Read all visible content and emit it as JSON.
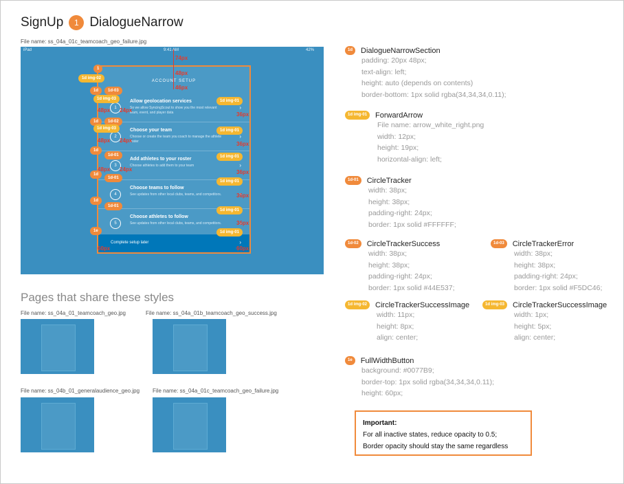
{
  "page": {
    "title_left": "SignUp",
    "title_badge": "1",
    "title_right": "DialogueNarrow",
    "file_name": "File name: ss_04a_01c_teamcoach_geo_failure.jpg"
  },
  "screenshot": {
    "status_left": "iPad",
    "status_time": "9:41 AM",
    "status_right": "42%",
    "header": "ACCOUNT SETUP",
    "rows": [
      {
        "num": "1",
        "title": "Allow geolocation services",
        "desc": "So we allow SyncingScout to show you the most relevant team, event, and player data"
      },
      {
        "num": "2",
        "title": "Choose your team",
        "desc": "Choose or create the team you coach to manage the athlete roster"
      },
      {
        "num": "3",
        "title": "Add athletes to your roster",
        "desc": "Choose athletes to add them to your team"
      },
      {
        "num": "4",
        "title": "Choose teams to follow",
        "desc": "See updates from other local clubs, teams, and competitors."
      },
      {
        "num": "5",
        "title": "Choose athletes to follow",
        "desc": "See updates from other local clubs, teams, and competitors."
      }
    ],
    "cta_label": "Complete setup later",
    "arrow_glyph": "›",
    "annotations": {
      "m74": "74px",
      "m48a": "48px",
      "m46": "46px",
      "m48": "48px",
      "m24": "24px",
      "m36": "36px",
      "m60": "60px"
    },
    "pills": {
      "one": "1",
      "img02": "1d img-02",
      "d": "1d",
      "d03": "1d-03",
      "img03": "1d img-03",
      "img01": "1d img-01",
      "d02": "1d-02",
      "d01": "1d-01",
      "e": "1e"
    }
  },
  "shared": {
    "heading": "Pages that share these styles",
    "thumbs": [
      {
        "file": "File name: ss_04a_01_teamcoach_geo.jpg"
      },
      {
        "file": "File name: ss_04a_01b_teamcoach_geo_success.jpg"
      },
      {
        "file": "File name: ss_04b_01_generalaudience_geo.jpg"
      },
      {
        "file": "File name: ss_04a_01c_teamcoach_geo_failure.jpg"
      }
    ]
  },
  "specs": {
    "section": {
      "tag": "1d",
      "name": "DialogueNarrowSection",
      "props": [
        "padding: 20px 48px;",
        "text-align: left;",
        "height: auto (depends on contents)",
        "border-bottom: 1px solid rgba(34,34,34,0.11);"
      ]
    },
    "forward": {
      "tag": "1d img-01",
      "name": "ForwardArrow",
      "props": [
        "File name: arrow_white_right.png",
        "width: 12px;",
        "height: 19px;",
        "horizontal-align: left;"
      ]
    },
    "tracker": {
      "tag": "1d-01",
      "name": "CircleTracker",
      "props": [
        "width: 38px;",
        "height: 38px;",
        "padding-right: 24px;",
        "border: 1px solid #FFFFFF;"
      ]
    },
    "success": {
      "tag": "1d-02",
      "name": "CircleTrackerSuccess",
      "props": [
        "width: 38px;",
        "height: 38px;",
        "padding-right: 24px;",
        "border: 1px solid #44E537;"
      ]
    },
    "error": {
      "tag": "1d-03",
      "name": "CircleTrackerError",
      "props": [
        "width: 38px;",
        "height: 38px;",
        "padding-right: 24px;",
        "border: 1px solid #F5DC46;"
      ]
    },
    "succ_img": {
      "tag": "1d img-02",
      "name": "CircleTrackerSuccessImage",
      "props": [
        "width: 11px;",
        "height: 8px;",
        "align: center;"
      ]
    },
    "succ_img2": {
      "tag": "1d img-03",
      "name": "CircleTrackerSuccessImage",
      "props": [
        "width: 1px;",
        "height: 5px;",
        "align: center;"
      ]
    },
    "button": {
      "tag": "1e",
      "name": "FullWidthButton",
      "props": [
        "background: #0077B9;",
        "border-top: 1px solid rgba(34,34,34,0.11);",
        "height: 60px;"
      ]
    }
  },
  "important": {
    "heading": "Important:",
    "line1": "For all inactive states, reduce opacity to 0.5;",
    "line2": "Border opacity should stay the same regardless"
  },
  "colors": {
    "accent": "#f08a3b",
    "pill_yellow": "#f5b731",
    "screen_bg": "#3a8fc0",
    "cta": "#0077B9"
  }
}
